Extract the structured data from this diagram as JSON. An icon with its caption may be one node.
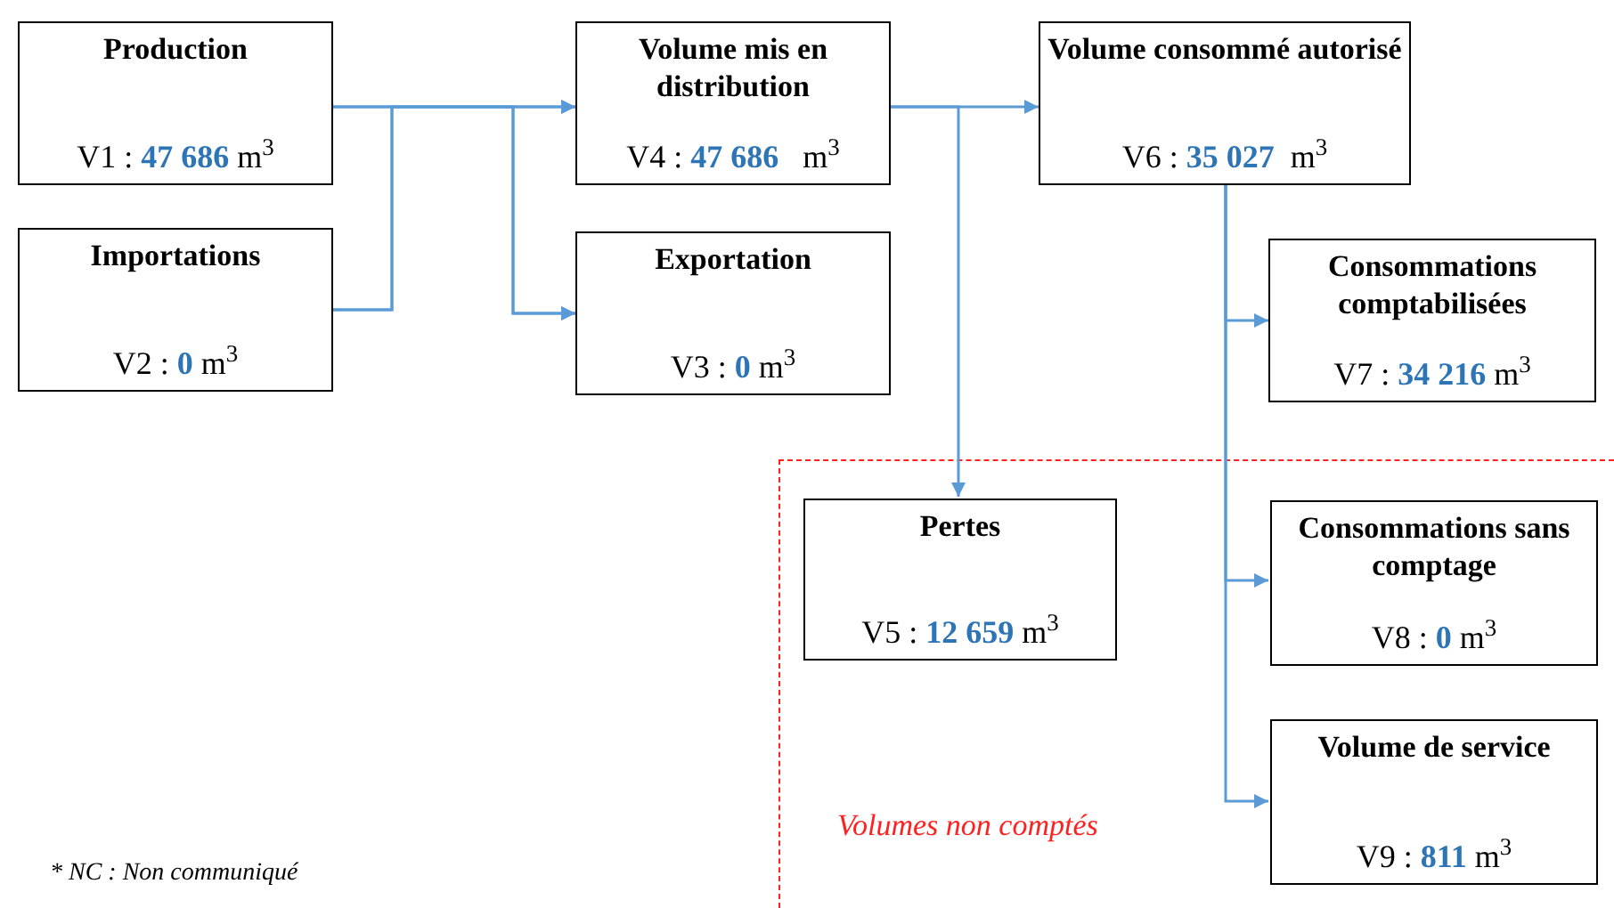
{
  "diagram": {
    "nodes": [
      {
        "text": [
          "Production",
          "V1 : **47 686** m$^{3}$"
        ]
      },
      {
        "text": [
          "Importations",
          "V2 : **0** m$^{3}$"
        ]
      },
      {
        "text": [
          "Volume mis en distribution",
          "V4 : **47 686**   m$^{3}$"
        ]
      },
      {
        "text": [
          "Exportation",
          "V3 : **0** m$^{3}$"
        ]
      },
      {
        "text": [
          "Volume consommé autorisé",
          "V6 : **35 027**  m$^{3}$"
        ]
      },
      {
        "text": [
          "Consommations comptabilisées",
          "V7 : **34 216** m$^{3}$"
        ]
      },
      {
        "text": [
          "Volumes non comptés"
        ]
      },
      {
        "text": [
          "Pertes",
          "V5 : **12 659** m$^{3}$"
        ],
        "in": 6
      },
      {
        "text": [
          "Consommations sans comptage",
          "V8 : **0** m$^{3}$"
        ],
        "in": 6
      },
      {
        "text": [
          "Volume de service",
          "V9 : **811** m$^{3}$"
        ],
        "in": 6
      }
    ],
    "edges": [
      {
        "from": 0,
        "to": 2,
        "arrow": "to"
      },
      {
        "from": 1,
        "to": 2,
        "arrow": "to"
      },
      {
        "from": 0,
        "to": 3,
        "arrow": "to"
      },
      {
        "from": 1,
        "to": 3,
        "arrow": "to"
      },
      {
        "from": 2,
        "to": 4,
        "arrow": "to"
      },
      {
        "from": 2,
        "to": 7,
        "arrow": "to"
      },
      {
        "from": 4,
        "to": 5,
        "arrow": "to"
      },
      {
        "from": 4,
        "to": 8,
        "arrow": "to"
      },
      {
        "from": 4,
        "to": 9,
        "arrow": "to"
      }
    ],
    "labels": [
      "* NC : Non communiqué"
    ]
  }
}
